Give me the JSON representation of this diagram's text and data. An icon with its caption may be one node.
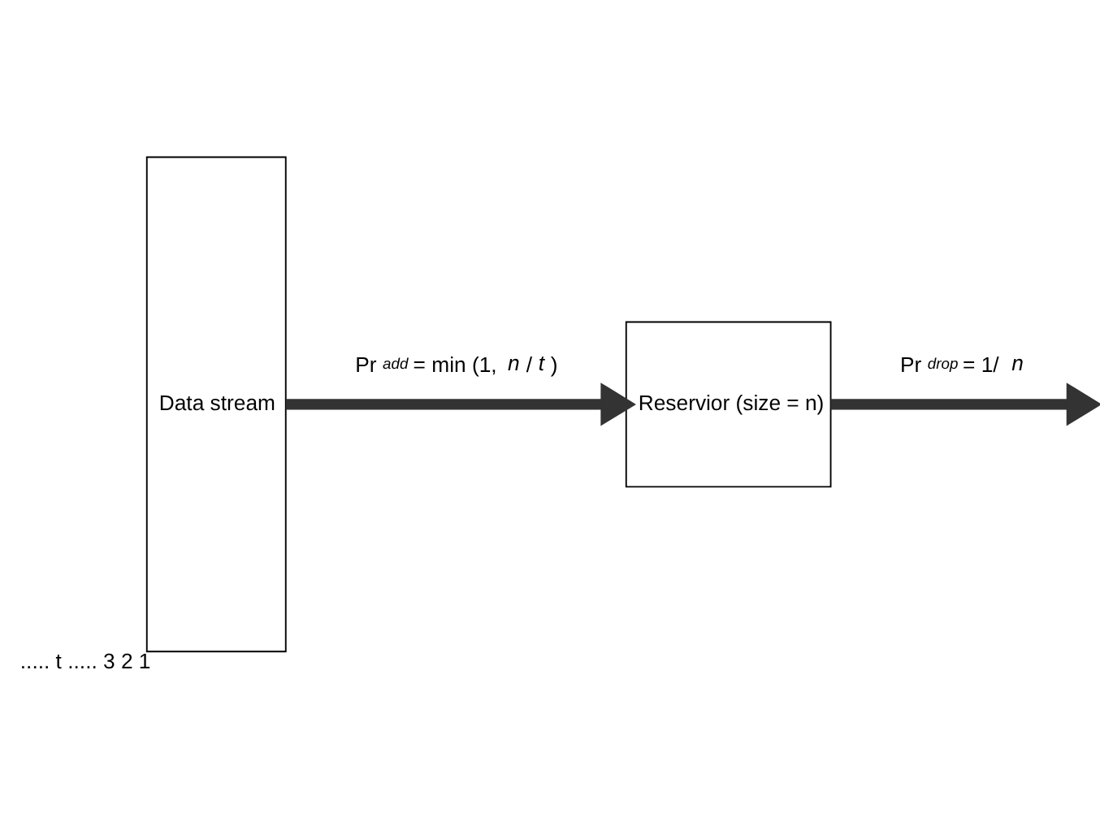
{
  "diagram": {
    "nodes": [
      {
        "text": [
          "Data stream"
        ],
        "beside": [
          "..... t ..... 3 2 1"
        ]
      },
      {
        "text": [
          "Reservior (size = n)"
        ]
      }
    ],
    "edges": [
      {
        "from": 0,
        "to": 1,
        "arrow": "to",
        "label": "Pr$_{add}$ = min (1,*n*/*t*)"
      },
      {
        "from": 1,
        "to": null,
        "arrow": "to",
        "label": "Pr$_{drop}$ = 1/*n*"
      }
    ]
  }
}
